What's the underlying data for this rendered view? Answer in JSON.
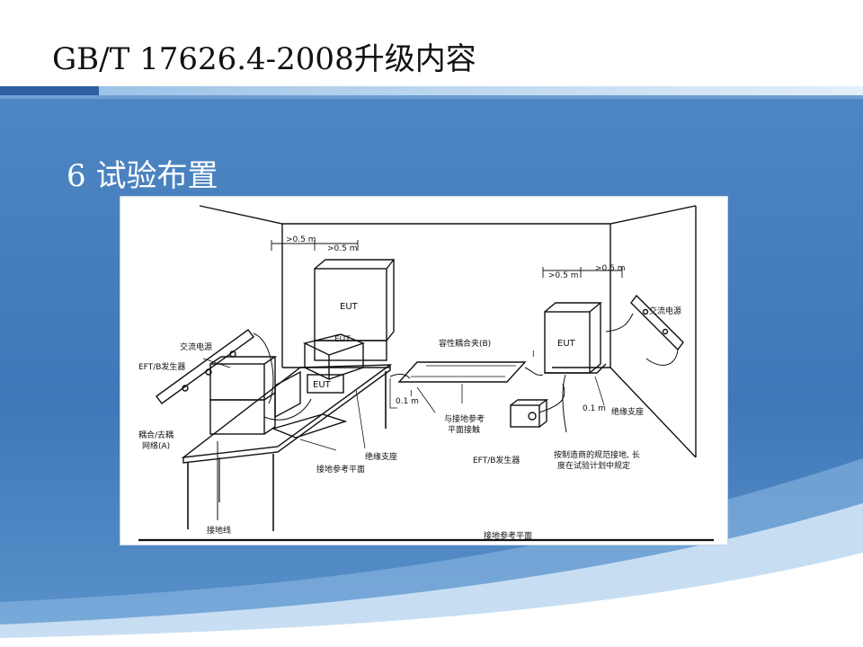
{
  "slide": {
    "title": "GB/T 17626.4-2008升级内容",
    "subtitle": "6 试验布置"
  },
  "diagram": {
    "labels": {
      "dist_1": ">0.5 m",
      "dist_2": ">0.5 m",
      "dist_3": ">0.5 m",
      "dist_4": ">0.5 m",
      "eut_tall": "EUT",
      "eut_mid": "EUT",
      "eut_small": "EUT",
      "eut_right": "EUT",
      "ac_power_left": "交流电源",
      "ac_power_right": "交流电源",
      "eftb_gen_left": "EFT/B发生器",
      "coupling_network": "耦合/去耦",
      "coupling_network_2": "网络(A)",
      "capacitive_clamp": "容性耦合夹(B)",
      "gap_left": "0.1 m",
      "gap_right": "0.1 m",
      "ground_contact": "与接地参考",
      "ground_contact_2": "平面接触",
      "eftb_gen_right": "EFT/B发生器",
      "insulation_support_left": "绝缘支座",
      "insulation_support_right": "绝缘支座",
      "ground_plane_table": "接地参考平面",
      "ground_wire": "接地线",
      "ground_plane_floor": "接地参考平面",
      "mfr_grounding": "按制造商的规范接地, 长",
      "mfr_grounding_2": "度在试验计划中规定",
      "mark_l_left": "l",
      "mark_l_right": "l"
    }
  }
}
